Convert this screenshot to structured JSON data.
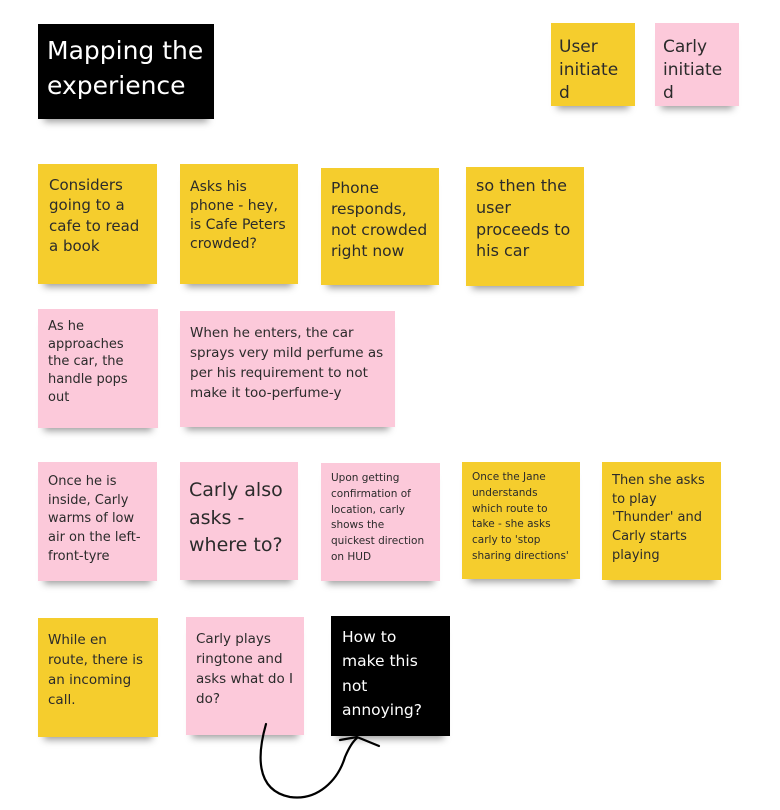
{
  "colors": {
    "yellow": "#f5cd2d",
    "pink": "#fcc9da",
    "black": "#000000"
  },
  "title": "Mapping the experience",
  "legend": {
    "user_initiated": "User initiated",
    "carly_initiated": "Carly initiated"
  },
  "rows": [
    [
      {
        "text": "Considers going to a cafe to read a book",
        "kind": "user"
      },
      {
        "text": "Asks his phone - hey, is Cafe Peters crowded?",
        "kind": "user"
      },
      {
        "text": "Phone responds, not crowded right now",
        "kind": "user"
      },
      {
        "text": "so then the user proceeds to his car",
        "kind": "user"
      }
    ],
    [
      {
        "text": "As he approaches the car, the handle pops out",
        "kind": "carly"
      },
      {
        "text": "When he enters, the car sprays very mild perfume as per his requirement to not make it too-perfume-y",
        "kind": "carly"
      }
    ],
    [
      {
        "text": "Once he is inside, Carly warms of low air on the left-front-tyre",
        "kind": "carly"
      },
      {
        "text": "Carly also asks - where to?",
        "kind": "carly"
      },
      {
        "text": "Upon getting confirmation of location, carly shows the quickest direction on HUD",
        "kind": "carly"
      },
      {
        "text": "Once the Jane understands which route to take - she asks carly to 'stop sharing directions'",
        "kind": "user"
      },
      {
        "text": "Then she asks to play 'Thunder' and Carly starts playing",
        "kind": "user"
      }
    ],
    [
      {
        "text": "While en route, there is an incoming call.",
        "kind": "user"
      },
      {
        "text": "Carly plays ringtone and asks what do I do?",
        "kind": "carly"
      },
      {
        "text": "How to make this not annoying?",
        "kind": "question"
      }
    ]
  ]
}
